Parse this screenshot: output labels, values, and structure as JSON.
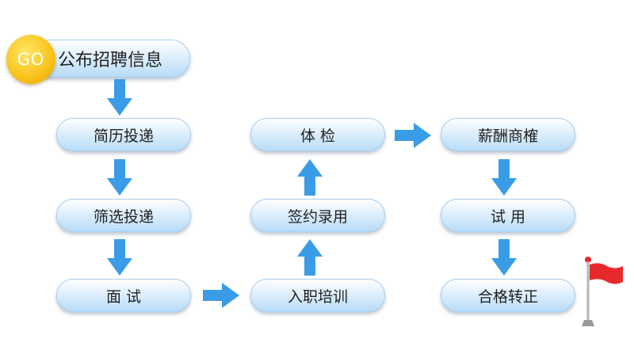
{
  "start": {
    "badge": "GO",
    "label": "公布招聘信息"
  },
  "steps": {
    "resume": "简历投递",
    "screening": "筛选投递",
    "interview": "面 试",
    "onboarding": "入职培训",
    "offer": "签约录用",
    "medical": "体 检",
    "salary": "薪酬商榷",
    "probation": "试 用",
    "regular": "合格转正"
  },
  "colors": {
    "arrow": "#3a9ce6",
    "pill_border": "#a9cfee",
    "badge": "#f9c21a",
    "flag": "#e8292b"
  },
  "icons": {
    "end": "flag-icon"
  }
}
